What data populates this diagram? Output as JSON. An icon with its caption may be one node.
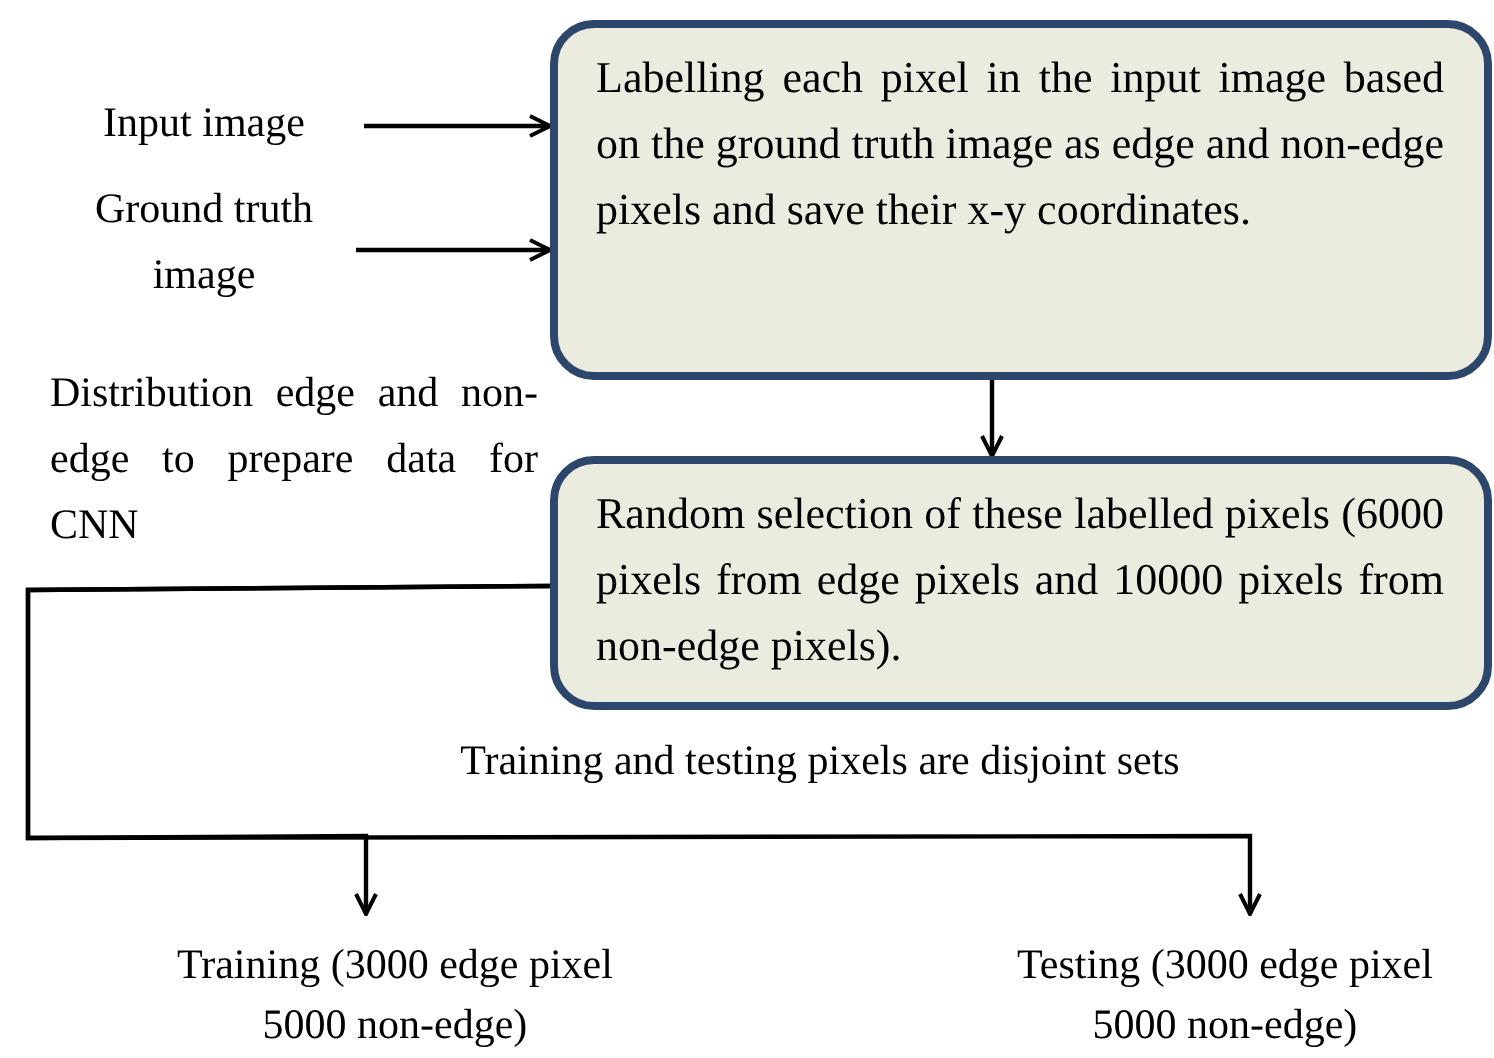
{
  "diagram": {
    "nodes": [
      {
        "text": [
          "Input image"
        ]
      },
      {
        "text": [
          "Ground truth image"
        ]
      },
      {
        "text": [
          "Labelling each pixel in the input image based on the ground truth image as edge and non-edge pixels and save their x-y coordinates."
        ]
      },
      {
        "text": [
          "Random selection of these labelled pixels (6000 pixels from edge pixels and 10000 pixels from non-edge pixels)."
        ]
      },
      {
        "text": [
          "Training (3000 edge pixel 5000 non-edge)"
        ]
      },
      {
        "text": [
          "Testing (3000 edge pixel 5000 non-edge)"
        ]
      }
    ],
    "edges": [
      {
        "from": 0,
        "to": 2,
        "arrow": "to"
      },
      {
        "from": 1,
        "to": 2,
        "arrow": "to"
      },
      {
        "from": 2,
        "to": 3,
        "arrow": "to"
      },
      {
        "from": 3,
        "to": 4,
        "arrow": "to"
      },
      {
        "from": 3,
        "to": 5,
        "arrow": "to"
      }
    ],
    "labels": [
      "Distribution edge and non-edge to prepare data for CNN",
      "Training and testing pixels are disjoint sets"
    ]
  }
}
